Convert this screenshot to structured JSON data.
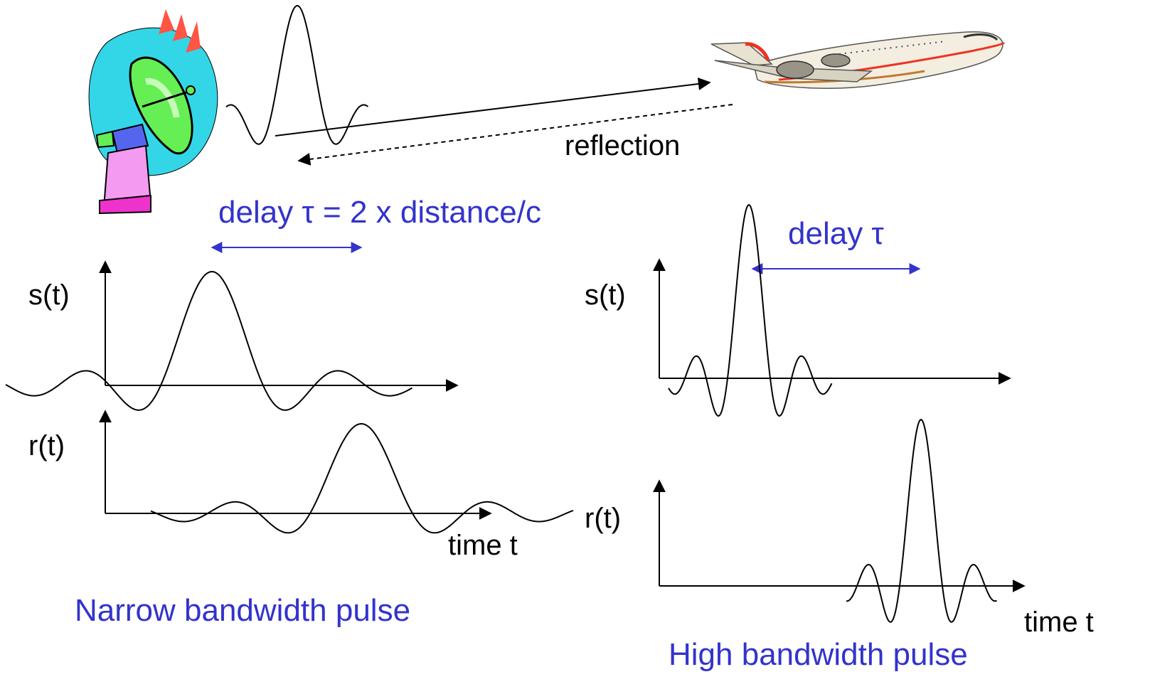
{
  "labels": {
    "reflection": "reflection",
    "delay_formula": "delay τ = 2 x distance/c",
    "delay_short": "delay τ",
    "s_left": "s(t)",
    "r_left": "r(t)",
    "r_mid": "r(t)",
    "s_right": "s(t)",
    "time_left": "time t",
    "time_right": "time t",
    "narrow_caption": "Narrow bandwidth pulse",
    "high_caption": "High bandwidth pulse"
  },
  "colors": {
    "ink": "#000000",
    "accent_blue": "#3333cc",
    "dish_sky": "#33d6e6",
    "dish_green": "#66ee55",
    "tower_pink": "#f49af0",
    "tower_magenta": "#ee33cc",
    "signal_red": "#ff5544",
    "plane_stripe": "#ee3322"
  },
  "icons": [
    "radar-dish-icon",
    "airplane-icon"
  ]
}
